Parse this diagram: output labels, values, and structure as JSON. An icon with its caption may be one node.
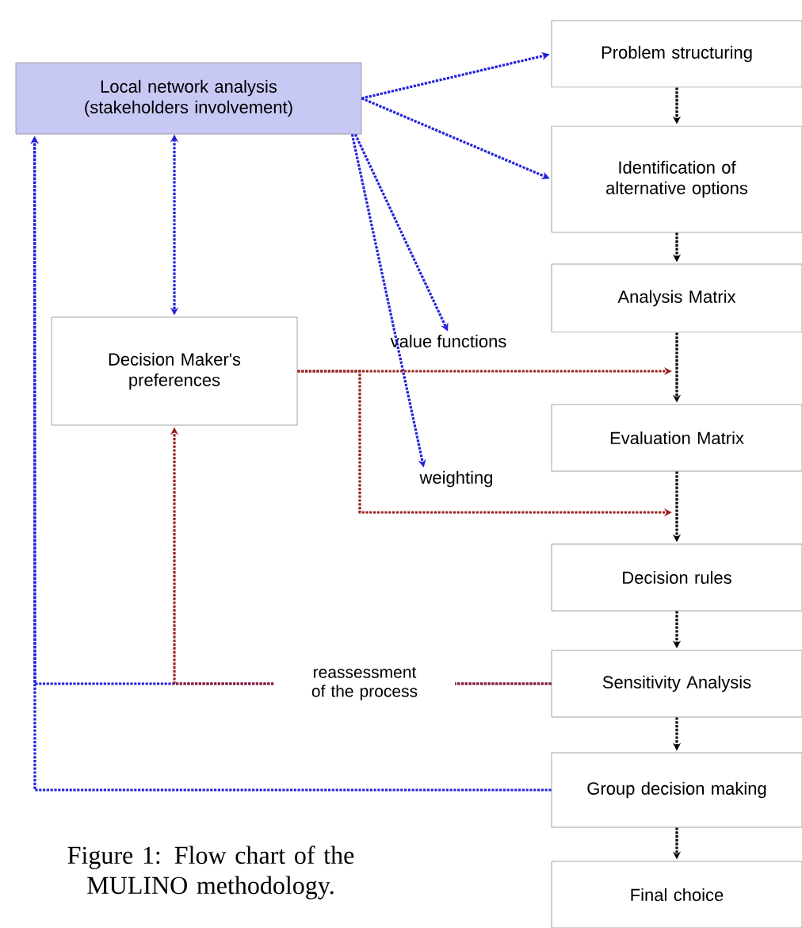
{
  "diagram": {
    "caption": "Figure 1: Flow chart of the MULINO methodology.",
    "nodes": [
      {
        "text": [
          "Local network analysis (stakeholders involvement)"
        ]
      },
      {
        "text": [
          "Problem structuring"
        ]
      },
      {
        "text": [
          "Identification of alternative options"
        ]
      },
      {
        "text": [
          "Analysis Matrix"
        ]
      },
      {
        "text": [
          "Decision Maker's preferences"
        ]
      },
      {
        "text": [
          "value functions"
        ]
      },
      {
        "text": [
          "Evaluation Matrix"
        ]
      },
      {
        "text": [
          "weighting"
        ]
      },
      {
        "text": [
          "Decision rules"
        ]
      },
      {
        "text": [
          "Sensitivity Analysis"
        ]
      },
      {
        "text": [
          "Group decision making"
        ]
      },
      {
        "text": [
          "Final choice"
        ]
      }
    ],
    "edges": [
      {
        "from": 1,
        "to": 2,
        "arrow": "to"
      },
      {
        "from": 2,
        "to": 3,
        "arrow": "to"
      },
      {
        "from": 3,
        "to": 6,
        "arrow": "to"
      },
      {
        "from": 6,
        "to": 8,
        "arrow": "to"
      },
      {
        "from": 8,
        "to": 9,
        "arrow": "to"
      },
      {
        "from": 9,
        "to": 10,
        "arrow": "to"
      },
      {
        "from": 10,
        "to": 11,
        "arrow": "to"
      },
      {
        "from": 0,
        "to": 1,
        "arrow": "to",
        "color": "#2222dd"
      },
      {
        "from": 0,
        "to": 2,
        "arrow": "to",
        "color": "#2222dd"
      },
      {
        "from": 0,
        "to": 5,
        "arrow": "to",
        "color": "#2222dd"
      },
      {
        "from": 0,
        "to": 7,
        "arrow": "to",
        "color": "#2222dd"
      },
      {
        "from": 0,
        "to": 4,
        "arrow": "both",
        "color": "#2222dd"
      },
      {
        "from": 9,
        "to": 0,
        "arrow": "to",
        "color": "#2222dd"
      },
      {
        "from": 10,
        "to": 0,
        "arrow": "to",
        "color": "#2222dd"
      },
      {
        "from": 4,
        "to": null,
        "arrow": "to",
        "color": "#992222"
      },
      {
        "from": 4,
        "to": null,
        "arrow": "to",
        "color": "#992222"
      },
      {
        "from": 9,
        "to": 4,
        "arrow": "to",
        "color": "#992222",
        "label": "reassessment of the process"
      }
    ]
  }
}
